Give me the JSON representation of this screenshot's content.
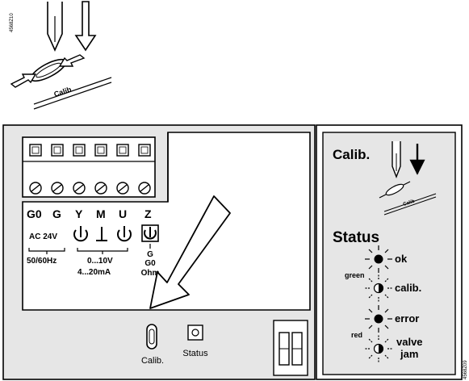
{
  "side_codes": {
    "top": "4568Z10",
    "bottom": "4568Z09"
  },
  "top_sketch": {
    "label": "Calib"
  },
  "terminals": {
    "labels": [
      "G0",
      "G",
      "Y",
      "M",
      "U",
      "Z"
    ],
    "supply": {
      "voltage": "AC 24V",
      "frequency": "50/60Hz"
    },
    "signal": {
      "range_v": "0...10V",
      "range_ma": "4...20mA"
    },
    "z": {
      "line1": "G",
      "line2": "G0",
      "line3": "Ohm"
    }
  },
  "bottom": {
    "calib_label": "Calib.",
    "status_label": "Status"
  },
  "legend": {
    "calib_title": "Calib.",
    "calib_sketch_label": "Calib",
    "status_title": "Status",
    "green_label": "green",
    "red_label": "red",
    "ok": "ok",
    "calib": "calib.",
    "error": "error",
    "valve_line1": "valve",
    "valve_line2": "jam"
  }
}
